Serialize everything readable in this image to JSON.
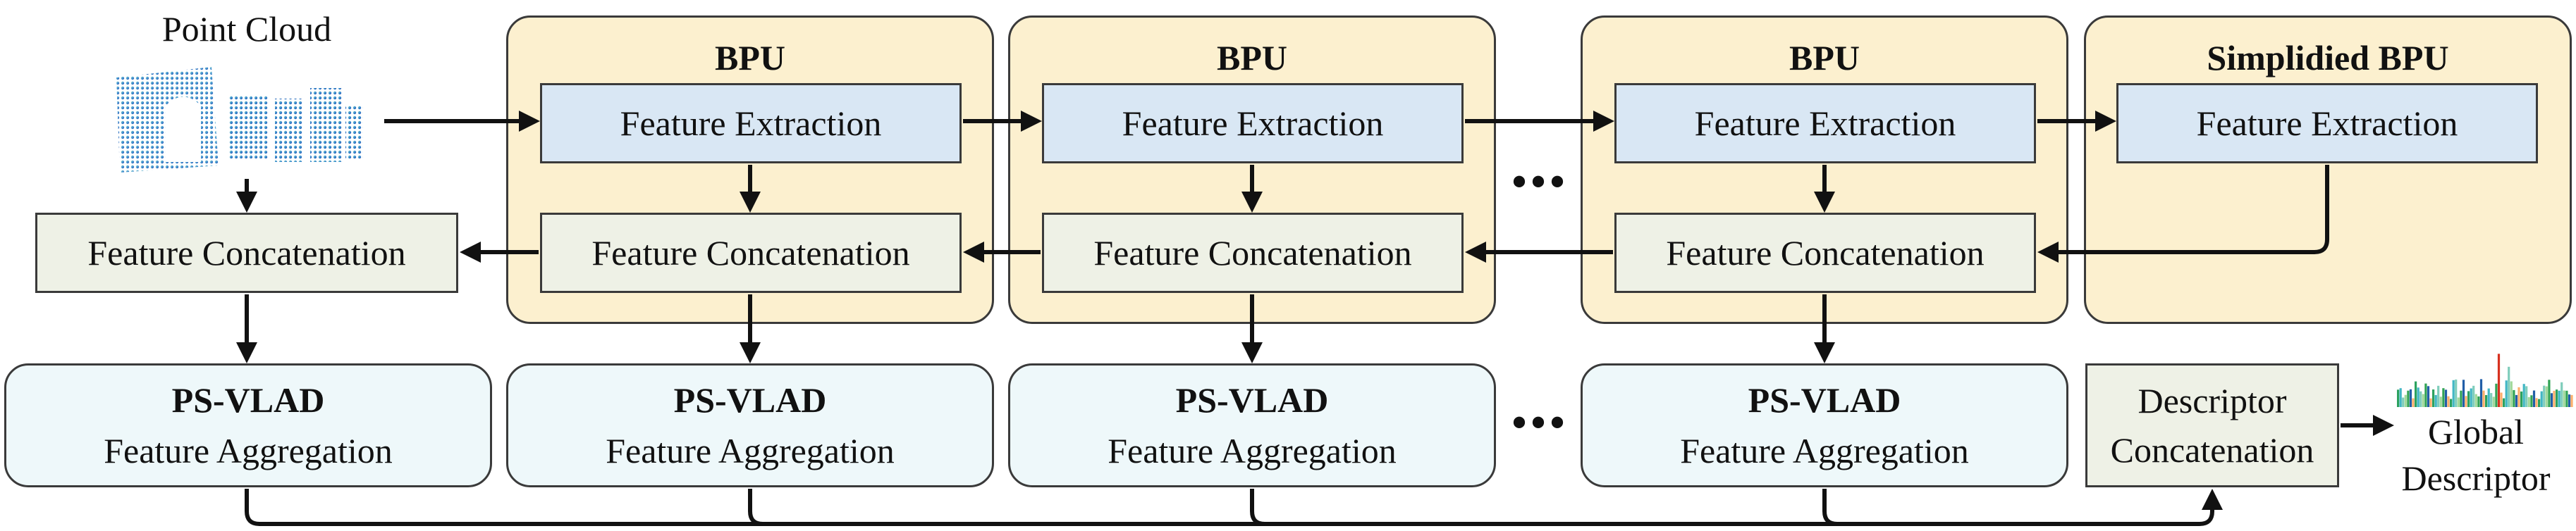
{
  "input": {
    "label": "Point Cloud"
  },
  "bpu_titles": [
    "BPU",
    "BPU",
    "BPU",
    "Simplidied BPU"
  ],
  "feature_extraction": "Feature Extraction",
  "feature_concatenation": "Feature Concatenation",
  "psvlad": {
    "title": "PS-VLAD",
    "subtitle": "Feature Aggregation"
  },
  "ellipsis": "•••",
  "descriptor_concatenation": {
    "line1": "Descriptor",
    "line2": "Concatenation"
  },
  "output": {
    "line1": "Global",
    "line2": "Descriptor"
  },
  "colors": {
    "bpu_fill": "#fcf0cf",
    "feature_extraction_fill": "#d9e7f4",
    "concatenation_fill": "#eef1e6",
    "psvlad_fill": "#eef8fa",
    "stroke": "#111111"
  }
}
